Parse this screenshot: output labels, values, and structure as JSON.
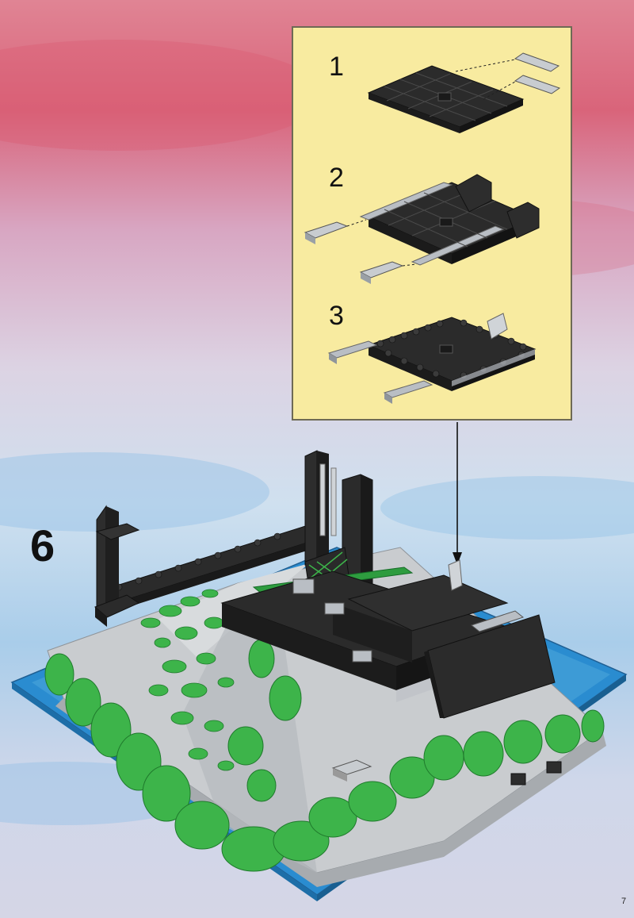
{
  "colors": {
    "sky_pink": "#d9647a",
    "sky_blue": "#9fc6e8",
    "inset_bg": "#f8eba0",
    "brick_black": "#2b2b2b",
    "brick_gray": "#b9bec4",
    "baseplate_gray": "#c9cccf",
    "foliage_green": "#3db44a",
    "water_blue": "#3d9bd6"
  },
  "instruction": {
    "step_number": "6",
    "page_number": "7",
    "substeps": [
      {
        "label": "1"
      },
      {
        "label": "2"
      },
      {
        "label": "3"
      }
    ]
  }
}
